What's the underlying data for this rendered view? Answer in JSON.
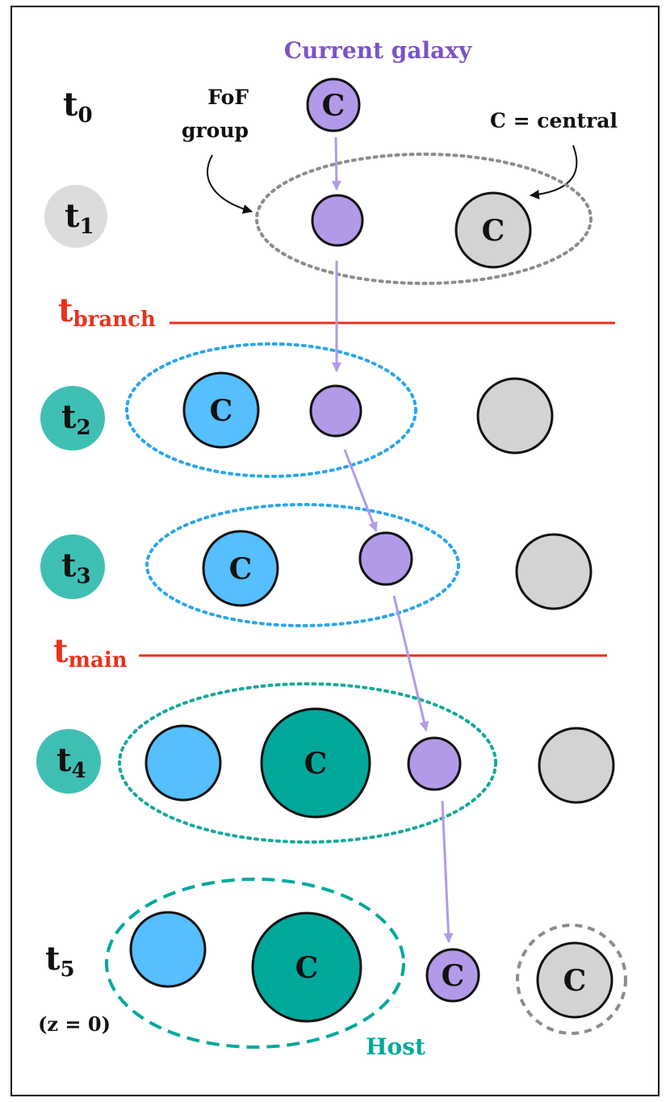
{
  "colors": {
    "current_galaxy": "#b39ae8",
    "current_galaxy_text": "#7b52c9",
    "branch_blue": "#55bfff",
    "host_teal": "#00a89b",
    "time_badge_teal": "#3fbfb4",
    "time_badge_grey": "#dcdcdc",
    "neutral_grey": "#d3d3d3",
    "divider_red": "#e8321e",
    "fof_dotted_grey": "#8c8c8c",
    "fof_dotted_blue": "#2aa5ee",
    "fof_dotted_teal": "#18a89a"
  },
  "labels": {
    "current_galaxy": "Current galaxy",
    "fof_line1": "FoF",
    "fof_line2": "group",
    "central_key": "C = central",
    "central_letter": "C",
    "host": "Host",
    "redshift": "(z = 0)"
  },
  "times": {
    "t0": {
      "base": "t",
      "sub": "0"
    },
    "t1": {
      "base": "t",
      "sub": "1"
    },
    "t2": {
      "base": "t",
      "sub": "2"
    },
    "t3": {
      "base": "t",
      "sub": "3"
    },
    "t4": {
      "base": "t",
      "sub": "4"
    },
    "t5": {
      "base": "t",
      "sub": "5"
    },
    "tbranch": {
      "base": "t",
      "sub": "branch"
    },
    "tmain": {
      "base": "t",
      "sub": "main"
    }
  }
}
